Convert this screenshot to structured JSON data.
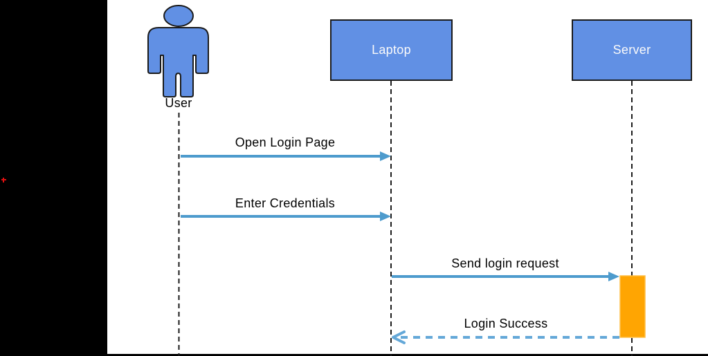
{
  "participants": [
    {
      "label": "User",
      "kind": "actor"
    },
    {
      "label": "Laptop",
      "kind": "lifeline-box"
    },
    {
      "label": "Server",
      "kind": "lifeline-box"
    }
  ],
  "messages": [
    {
      "label": "Open Login Page",
      "from": "User",
      "to": "Laptop",
      "line": "solid",
      "arrowhead": "filled"
    },
    {
      "label": "Enter Credentials",
      "from": "User",
      "to": "Laptop",
      "line": "solid",
      "arrowhead": "filled"
    },
    {
      "label": "Send login request",
      "from": "Laptop",
      "to": "Server",
      "line": "solid",
      "arrowhead": "filled"
    },
    {
      "label": "Login Success",
      "from": "Server",
      "to": "Laptop",
      "line": "dashed",
      "arrowhead": "open"
    }
  ],
  "activation": {
    "on": "Server"
  },
  "colors": {
    "participant_fill": "#6190E4",
    "participant_border": "#1A1A1A",
    "participant_text": "#FAFAFA",
    "message_arrow": "#4D9BCD",
    "return_arrow": "#64A8D8",
    "activation_fill": "#FFA502",
    "activation_border": "#FFBE45",
    "lifeline": "#1A1A1A",
    "label_text": "#000000",
    "letterbox": "#000000",
    "stray_marker": "#E01010"
  }
}
